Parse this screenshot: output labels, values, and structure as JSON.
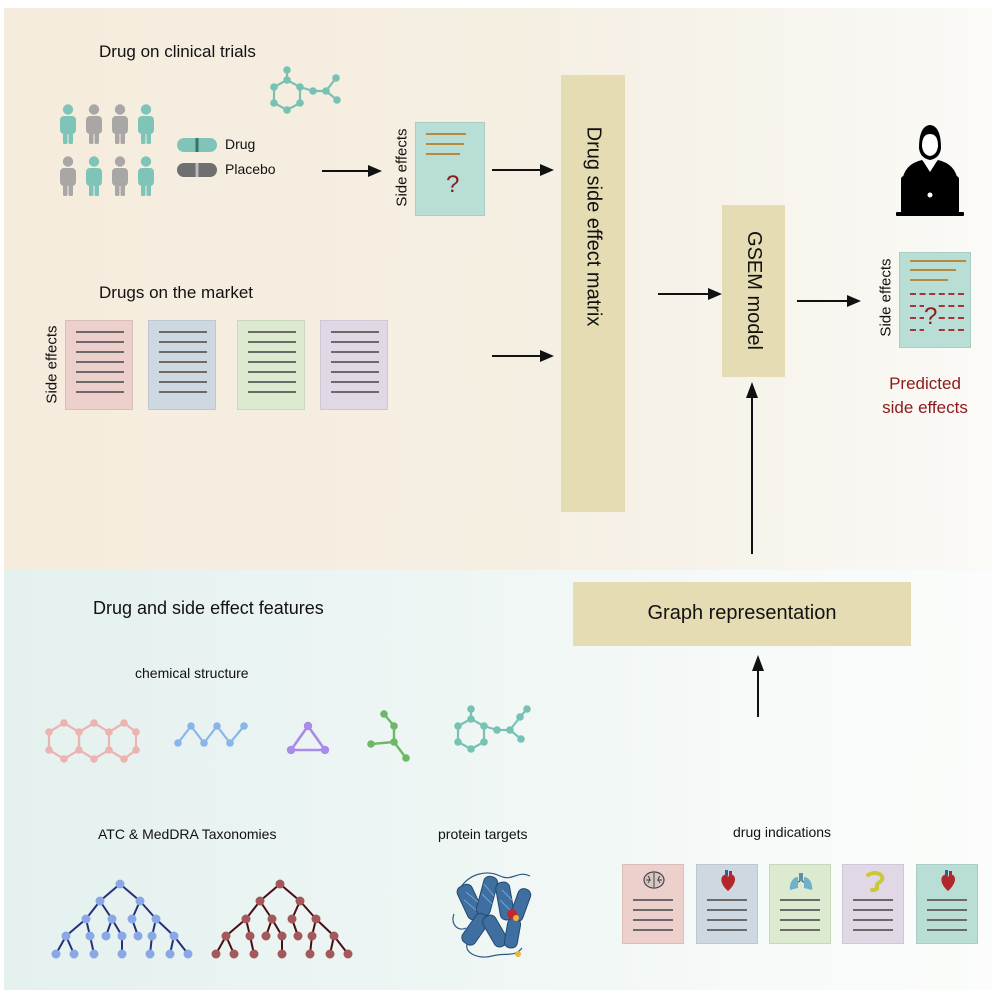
{
  "clinical": {
    "title": "Drug on clinical trials",
    "legend_drug": "Drug",
    "legend_placebo": "Placebo",
    "side_effects_label": "Side effects",
    "question": "?"
  },
  "market": {
    "title": "Drugs on the market",
    "side_effects_label": "Side effects"
  },
  "matrix": {
    "label": "Drug side effect matrix"
  },
  "gsem": {
    "label": "GSEM model"
  },
  "prediction": {
    "side_effects_label": "Side effects",
    "question": "?",
    "caption_line1": "Predicted",
    "caption_line2": "side effects"
  },
  "features": {
    "title": "Drug and side effect features",
    "chemical_structure": "chemical structure",
    "taxonomies": "ATC & MedDRA Taxonomies",
    "protein_targets": "protein targets",
    "drug_indications": "drug indications"
  },
  "graph": {
    "label": "Graph representation"
  },
  "colors": {
    "teal_person": "#7ec4b8",
    "gray_person": "#a9a7a5",
    "box_tan": "#e6dcb4",
    "dark_red": "#8b1a1a",
    "doc_red": "#edcfcb",
    "doc_blue": "#cdd8e1",
    "doc_green": "#dcebd0",
    "doc_purple": "#e1d8e6",
    "doc_teal": "#b9ded6"
  }
}
